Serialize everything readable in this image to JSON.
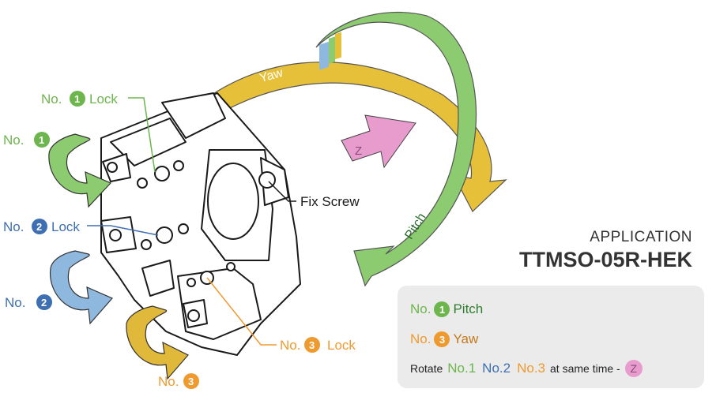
{
  "colors": {
    "green": "#6db54d",
    "green_arrow": "#8ccb70",
    "blue": "#3e6fb0",
    "blue_arrow": "#8fb8df",
    "orange": "#ef9a2e",
    "orange_arrow": "#e7c03a",
    "pink": "#e89ccd",
    "outline": "#1a1a1a"
  },
  "labels": {
    "no1_lock_prefix": "No.",
    "no1_lock_num": "1",
    "no1_lock_suffix": "Lock",
    "no1_prefix": "No.",
    "no1_num": "1",
    "no2_lock_prefix": "No.",
    "no2_lock_num": "2",
    "no2_lock_suffix": "Lock",
    "no2_prefix": "No.",
    "no2_num": "2",
    "no3_lock_prefix": "No.",
    "no3_lock_num": "3",
    "no3_lock_suffix": "Lock",
    "no3_prefix": "No.",
    "no3_num": "3",
    "fix_screw": "Fix Screw",
    "yaw": "Yaw",
    "pitch": "Pitch",
    "z": "Z"
  },
  "application": {
    "caption": "APPLICATION",
    "model": "TTMSO-05R-HEK"
  },
  "legend": {
    "row1_prefix": "No.",
    "row1_num": "1",
    "row1_text": "Pitch",
    "row2_prefix": "No.",
    "row2_num": "3",
    "row2_text": "Yaw",
    "row3_lead": "Rotate",
    "row3_no1": "No.1",
    "row3_no2": "No.2",
    "row3_no3": "No.3",
    "row3_tail": "at same time -",
    "row3_z": "Z"
  }
}
